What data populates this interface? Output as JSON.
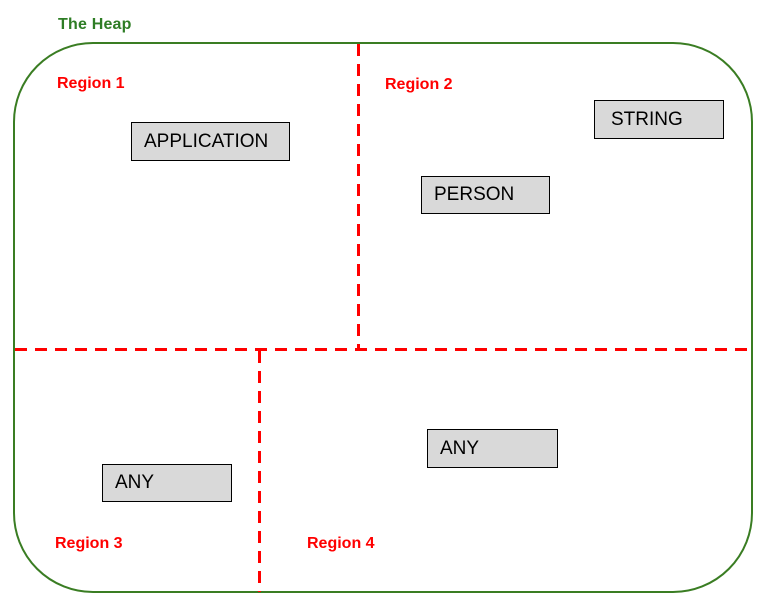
{
  "diagram": {
    "title": "The Heap",
    "regions": [
      {
        "label": "Region 1",
        "objects": [
          "APPLICATION"
        ]
      },
      {
        "label": "Region 2",
        "objects": [
          "PERSON",
          "STRING"
        ]
      },
      {
        "label": "Region 3",
        "objects": [
          "ANY"
        ]
      },
      {
        "label": "Region 4",
        "objects": [
          "ANY"
        ]
      }
    ],
    "colors": {
      "background": "#ffffff",
      "heap_border": "#3a7d23",
      "title_text": "#2e7d25",
      "region_label": "#ff0000",
      "divider": "#ff0000",
      "object_fill": "#d9d9d9",
      "object_border": "#000000",
      "object_text": "#000000"
    }
  }
}
